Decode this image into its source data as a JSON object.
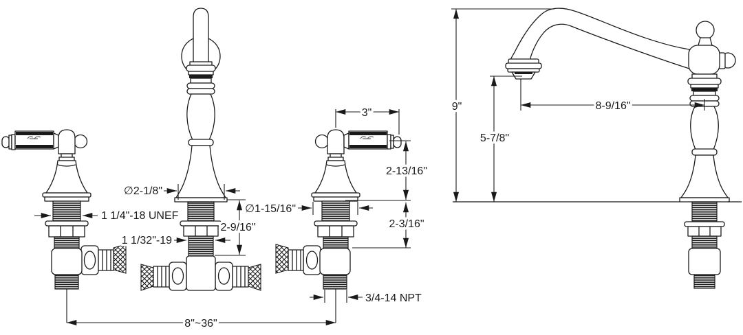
{
  "drawing": {
    "title": "widespread-faucet-dimension-drawing",
    "colors": {
      "line": "#1a1a1a",
      "background": "#ffffff"
    },
    "front_view": {
      "dims": {
        "handle_length": "3\"",
        "handle_height_above_deck": "2-13/16\"",
        "spout_base_diameter": "∅2-1/8\"",
        "handle_base_diameter": "∅1-15/16\"",
        "handle_shank_thread": "1 1/4\"-18 UNEF",
        "spout_shank_length": "2-9/16\"",
        "spout_shank_thread": "1 1/32\"-19",
        "handle_shank_length": "2-3/16\"",
        "outlet_thread": "3/4-14 NPT",
        "handle_spread_range": "8\"~36\""
      }
    },
    "side_view": {
      "dims": {
        "overall_height": "9\"",
        "spout_reach": "8-9/16\"",
        "spout_clearance": "5-7/8\""
      }
    }
  }
}
